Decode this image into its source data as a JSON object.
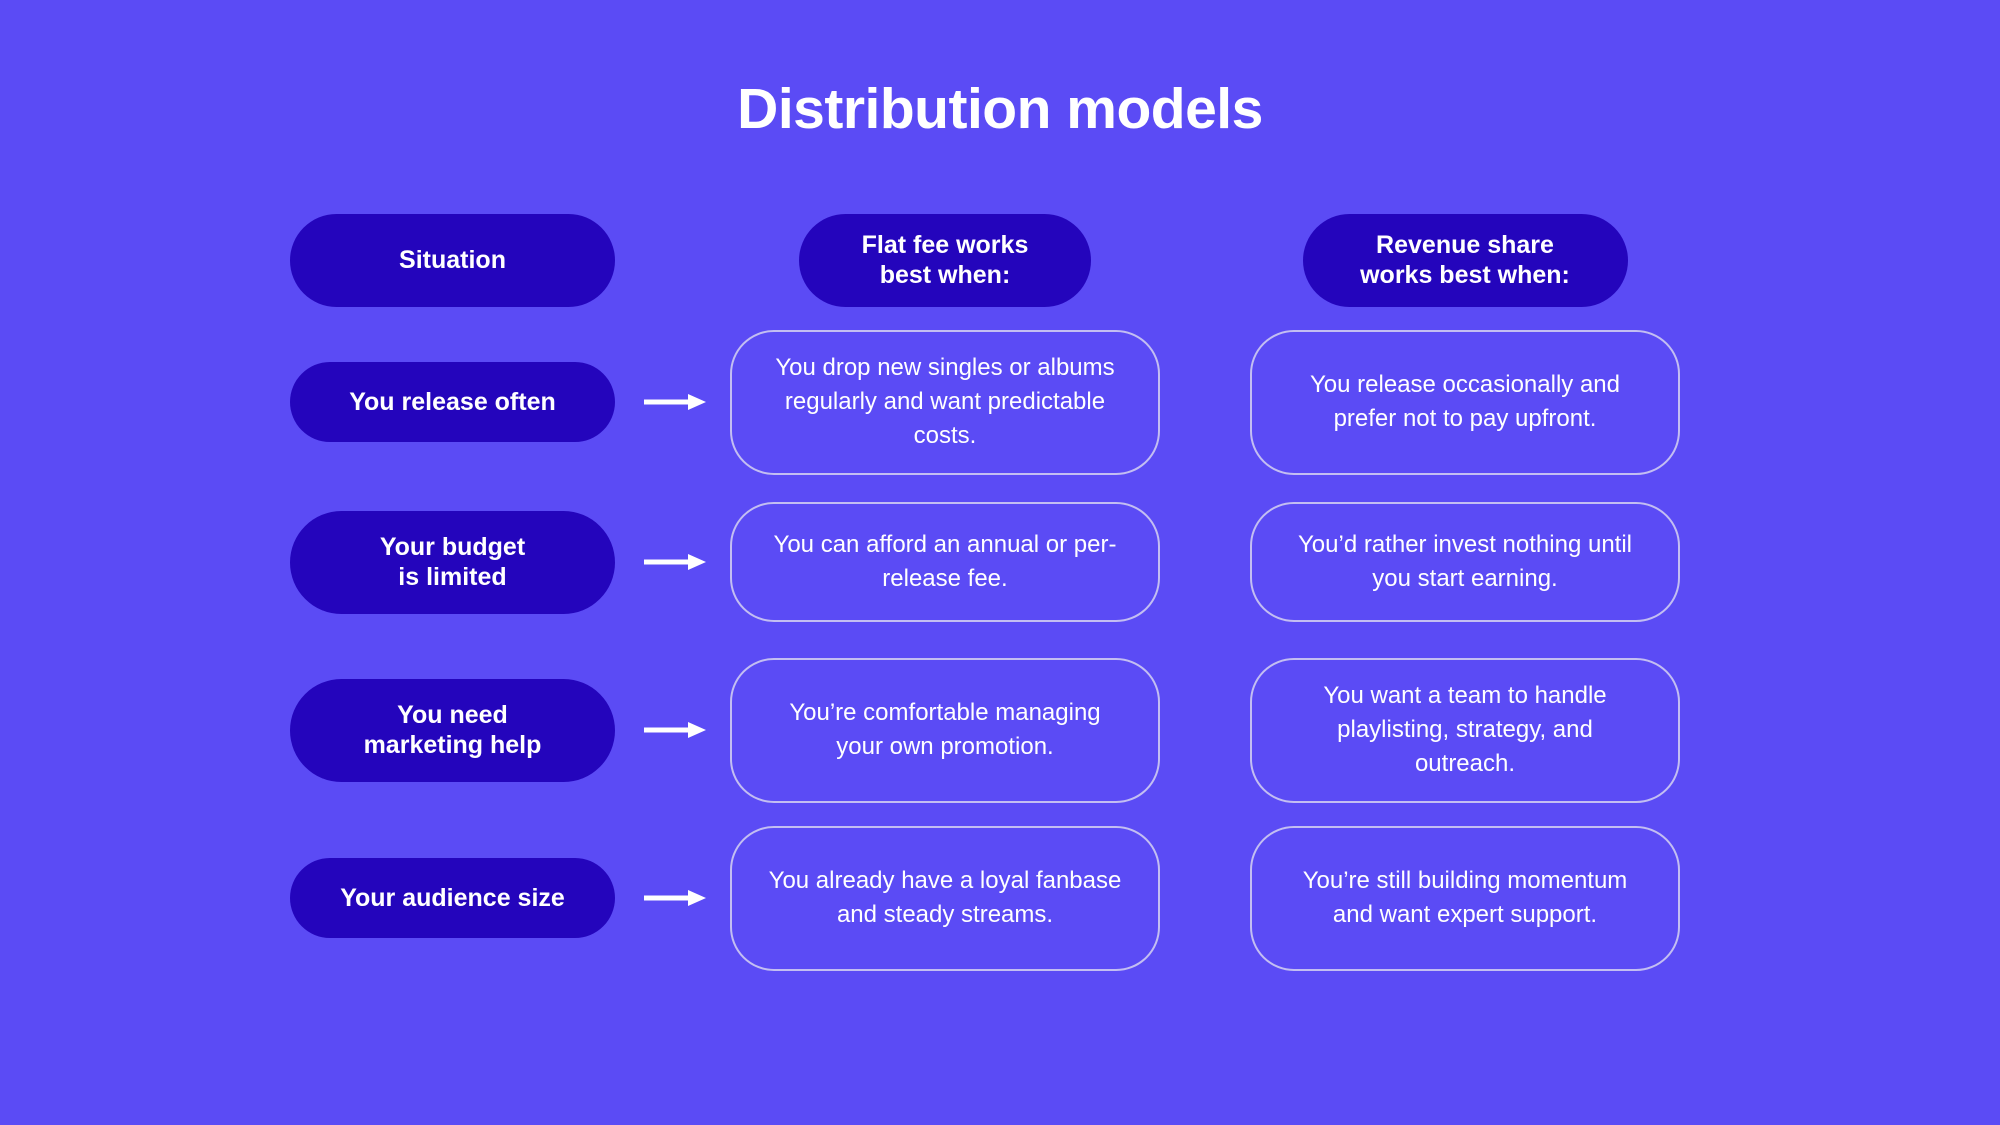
{
  "theme": {
    "background": "#5B4BF5",
    "pill_fill": "#2405BC",
    "card_border": "#C3BEF2",
    "text": "#FFFFFF"
  },
  "title": "Distribution models",
  "headers": {
    "situation": "Situation",
    "flat_fee_line1": "Flat fee works",
    "flat_fee_line2": "best when:",
    "revenue_share_line1": "Revenue share",
    "revenue_share_line2": "works best when:"
  },
  "arrow_icon": "arrow-right-icon",
  "rows": [
    {
      "situation_line1": "You release often",
      "situation_line2": "",
      "flat_fee": "You drop new singles or albums regularly and want predictable costs.",
      "revenue_share": "You release occasionally and prefer not to pay upfront."
    },
    {
      "situation_line1": "Your budget",
      "situation_line2": "is limited",
      "flat_fee": "You can afford an annual or per-release fee.",
      "revenue_share": "You’d rather invest nothing until you start earning."
    },
    {
      "situation_line1": "You need",
      "situation_line2": "marketing help",
      "flat_fee": "You’re comfortable managing your own promotion.",
      "revenue_share": "You want a team to handle playlisting, strategy, and outreach."
    },
    {
      "situation_line1": "Your audience size",
      "situation_line2": "",
      "flat_fee": "You already have a loyal fanbase and steady streams.",
      "revenue_share": "You’re still building momentum and want expert support."
    }
  ]
}
